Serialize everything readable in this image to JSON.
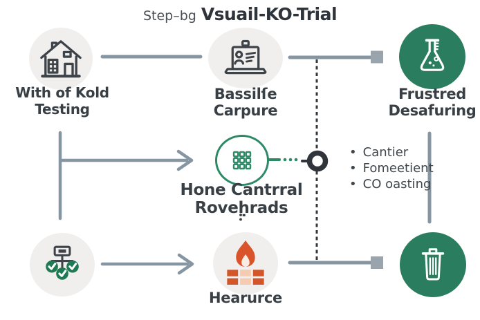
{
  "title": {
    "prefix": "Step–bg",
    "main": "Vsuail-KO-Trial"
  },
  "nodes": {
    "house": {
      "icon": "house-icon",
      "line1": "With of Kold",
      "line2": "Testing"
    },
    "badge": {
      "icon": "id-badge-icon",
      "line1": "Bassilſe",
      "line2": "Carpure"
    },
    "flask": {
      "icon": "flask-icon",
      "line1": "Frustred",
      "line2": "Desafuring"
    },
    "grid": {
      "icon": "grid-icon",
      "line1": "Hone Cantrral",
      "line2": "Roveḥrads"
    },
    "flowchart": {
      "icon": "flowchart-checklist-icon"
    },
    "fire": {
      "icon": "fire-bricks-icon",
      "label": "Hearurce"
    },
    "trash": {
      "icon": "trash-icon"
    }
  },
  "bullets": [
    "Cantier",
    "Fomeetient",
    "CO oasting"
  ],
  "colors": {
    "green_fill": "#2a7d5f",
    "green_line": "#2e8a66",
    "gray_line": "#8695a2",
    "gray_square": "#9aa4ac",
    "dark": "#34393e",
    "orange_flame": "#d9542b",
    "brick_dark": "#d2562a",
    "brick_light": "#f6cbb1",
    "circle_bg": "#f0efed",
    "text": "#383f45"
  }
}
